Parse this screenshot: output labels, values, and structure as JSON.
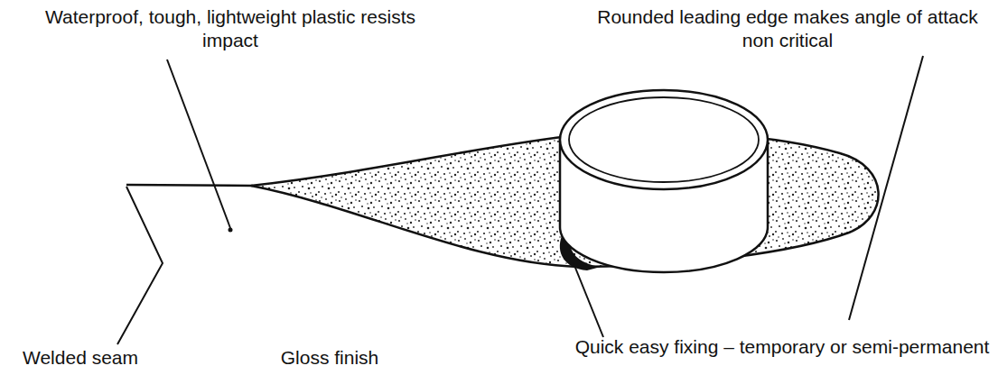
{
  "diagram": {
    "labels": [
      "Waterproof, tough, lightweight plastic resists impact",
      "Rounded leading edge makes angle of attack non critical",
      "Welded seam",
      "Gloss finish",
      "Quick easy fixing – temporary or semi-permanent"
    ]
  }
}
